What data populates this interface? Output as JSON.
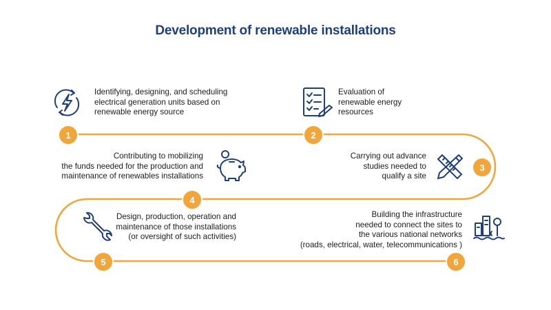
{
  "title": "Development of renewable installations",
  "colors": {
    "accent": "#f0a63a",
    "title": "#1f3f7a",
    "icon": "#1f3f7a"
  },
  "steps": [
    {
      "number": "1",
      "icon": "lightning-cycle-icon",
      "text": "Identifying, designing, and scheduling\nelectrical generation units based on\nrenewable energy source"
    },
    {
      "number": "2",
      "icon": "checklist-icon",
      "text": "Evaluation of\nrenewable energy\nresources"
    },
    {
      "number": "3",
      "icon": "pencil-ruler-icon",
      "text": "Carrying out advance\nstudies needed to\nqualify a site"
    },
    {
      "number": "4",
      "icon": "piggy-bank-icon",
      "text": "Contributing to mobilizing\nthe funds needed for the production and\nmaintenance of renewables installations"
    },
    {
      "number": "5",
      "icon": "wrench-icon",
      "text": "Design, production, operation and\nmaintenance of those installations\n(or oversight of such activities)"
    },
    {
      "number": "6",
      "icon": "infrastructure-icon",
      "text": "Building the infrastructure\nneeded to connect the sites to\nthe various national networks\n(roads, electrical, water, telecommunications )"
    }
  ]
}
